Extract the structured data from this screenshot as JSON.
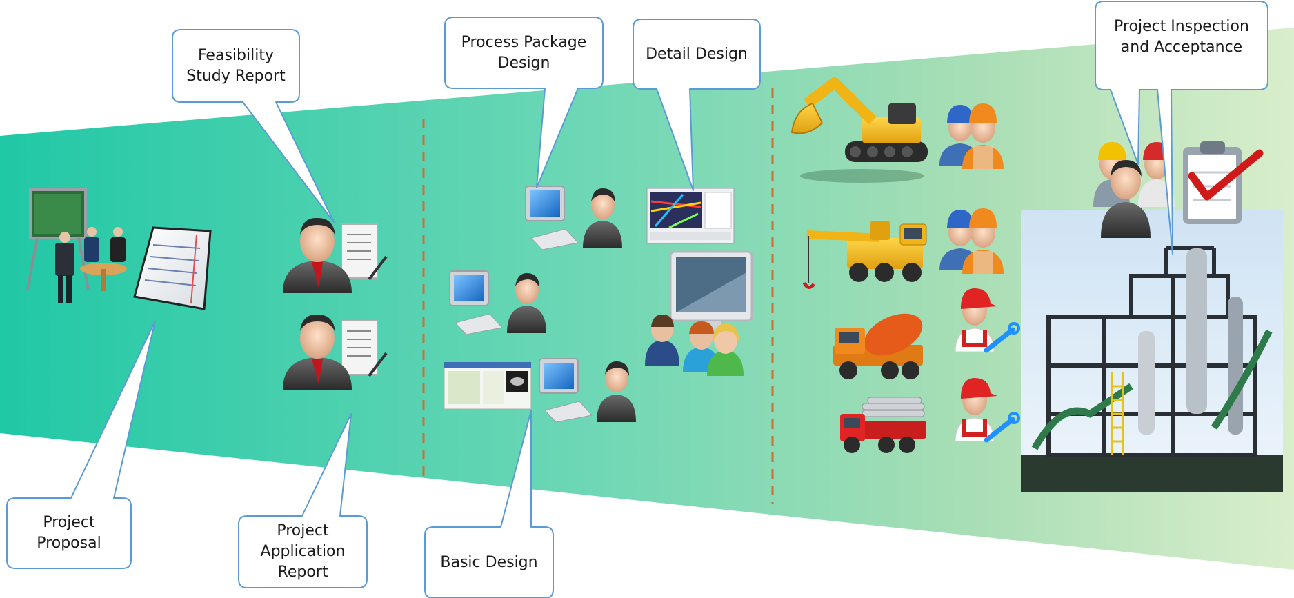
{
  "stages": [
    {
      "id": "project-proposal",
      "label": "Project\nProposal"
    },
    {
      "id": "feasibility-study-report",
      "label": "Feasibility\nStudy Report"
    },
    {
      "id": "project-application-report",
      "label": "Project\nApplication\nReport"
    },
    {
      "id": "process-package-design",
      "label": "Process Package\nDesign"
    },
    {
      "id": "basic-design",
      "label": "Basic Design"
    },
    {
      "id": "detail-design",
      "label": "Detail Design"
    },
    {
      "id": "project-inspection-and-acceptance",
      "label": "Project Inspection\nand Acceptance"
    }
  ],
  "colors": {
    "band_start": "#22c9aa",
    "band_mid": "#6fd9b6",
    "band_end": "#d6ecc6",
    "callout_stroke": "#5b9bd5",
    "divider": "#c8703a"
  },
  "icons": [
    "meeting-board-icon",
    "notepad-document-icon",
    "businessman-document-icon",
    "computer-user-icon",
    "cad-screenshot-icon",
    "monitor-team-icon",
    "excavator-icon",
    "crane-truck-icon",
    "concrete-mixer-icon",
    "pipe-truck-icon",
    "workers-icon",
    "mechanic-icon",
    "inspectors-icon",
    "checklist-clipboard-icon",
    "refinery-plant-icon"
  ]
}
